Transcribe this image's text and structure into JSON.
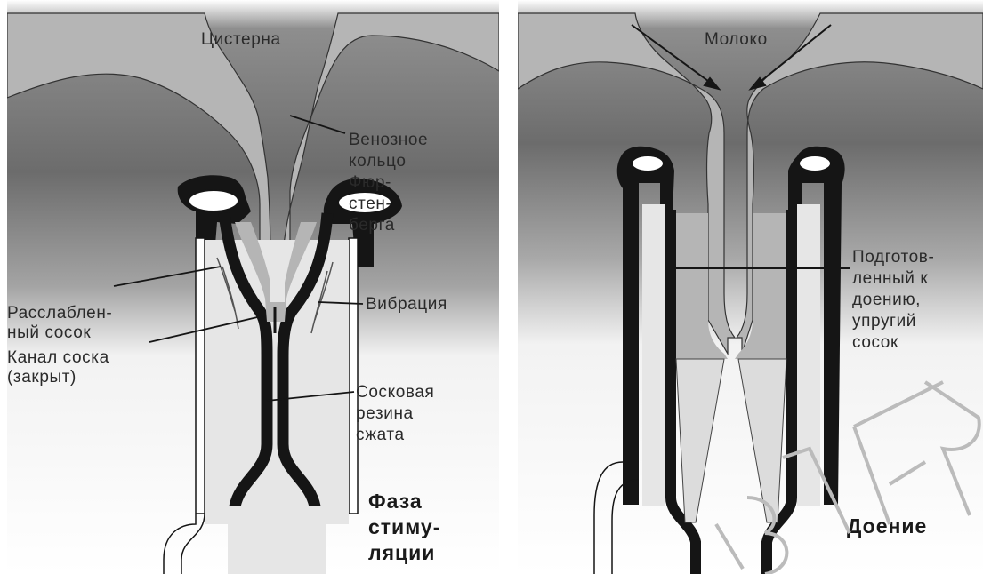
{
  "left": {
    "cistern_label": "Цистерна",
    "venous_ring_label": "Венозное\nкольцо\nФюр-\nстен-\nберга",
    "vibration_label": "Вибрация",
    "relaxed_teat_label": "Расслаблен-\nный сосок",
    "teat_canal_label": "Канал соска\n(закрыт)",
    "liner_label": "Сосковая\nрезина\nсжата",
    "phase_label": "Фаза\nстиму-\nляции"
  },
  "right": {
    "milk_label": "Молоко",
    "prepared_teat_label": "Подготов-\nленный к\nдоению,\nупругий\nсосок",
    "milking_label": "Доение"
  },
  "watermark": {
    "text": "ВГАВ",
    "color": "#bbbbbb"
  },
  "colors": {
    "tissue": "#b5b5b5",
    "black": "#151515",
    "liner": "#e4e4e4",
    "gradient_dark": "#6a6a6a"
  }
}
